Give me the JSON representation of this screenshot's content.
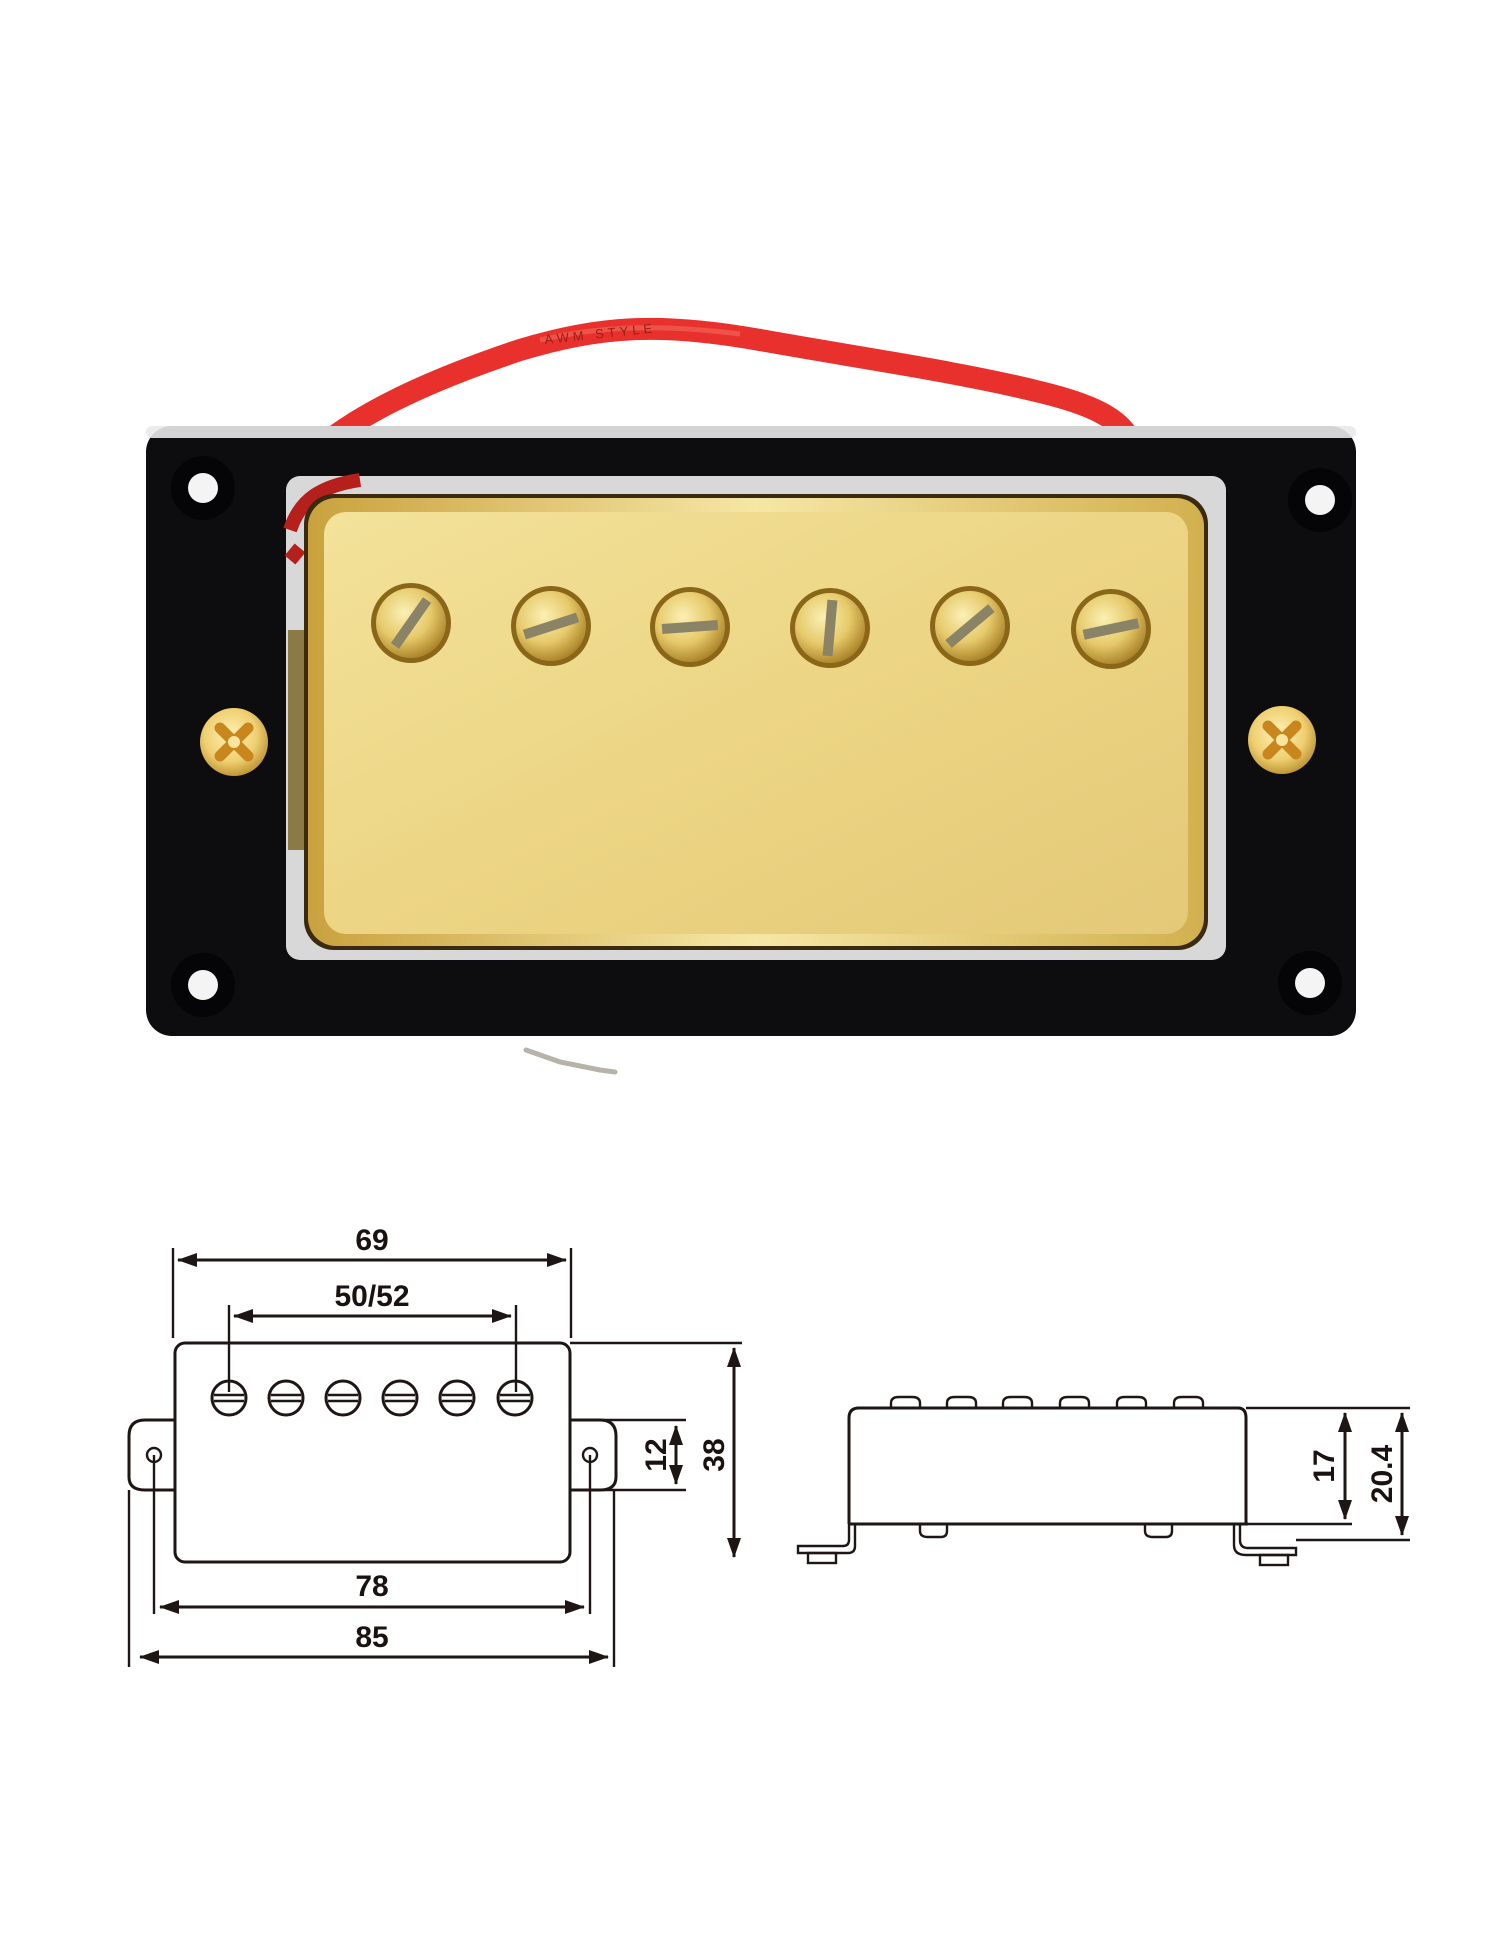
{
  "product": {
    "type": "humbucker guitar pickup",
    "cover_finish": "gold",
    "ring_color": "black",
    "pole_screws": 6,
    "mounting_screws": 2,
    "ring_holes": 4,
    "lead_wire_color": "red",
    "wire_print": "AWM STYLE"
  },
  "colors": {
    "gold_cover": "#ecd584",
    "gold_highlight": "#f3e2a2",
    "gold_shadow": "#c9a94e",
    "ring": "#0d0d10",
    "wire": "#e8312c",
    "line": "#1e1614",
    "background": "#ffffff"
  },
  "drawing": {
    "top_view": {
      "dimensions": {
        "cover_width": "69",
        "pole_spacing": "50/52",
        "mount_hole_spacing": "78",
        "overall_width": "85",
        "cover_height": "38",
        "tab_height": "12"
      }
    },
    "side_view": {
      "dimensions": {
        "body_height": "17",
        "total_height": "20.4"
      }
    }
  }
}
